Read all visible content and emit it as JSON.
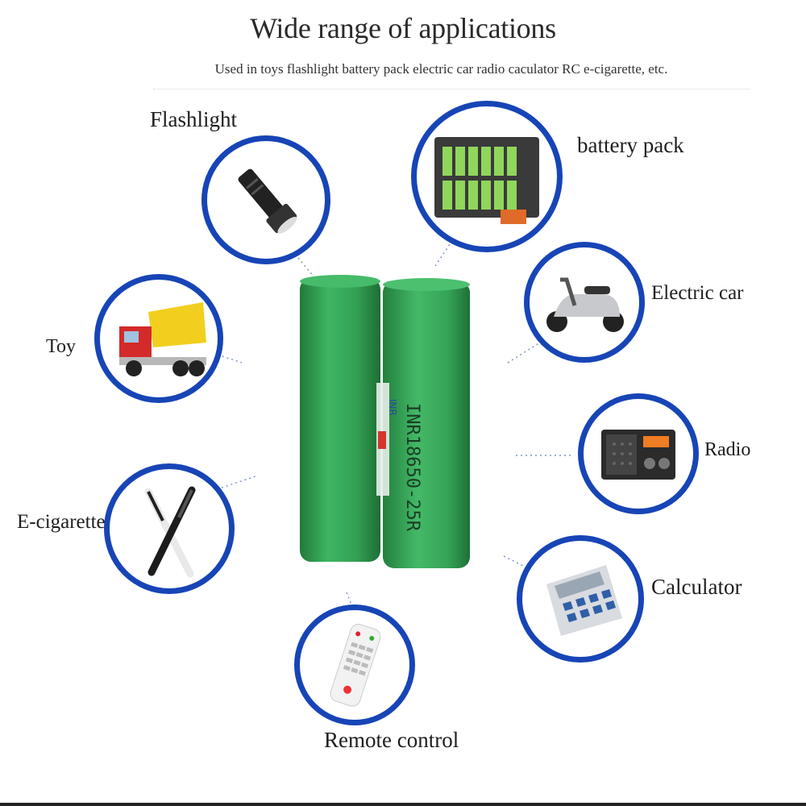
{
  "header": {
    "title": "Wide range of applications",
    "subtitle": "Used in toys flashlight battery pack electric car radio caculator RC e-cigarette, etc."
  },
  "applications": [
    {
      "key": "flashlight",
      "label": "Flashlight",
      "icon": "flashlight-icon"
    },
    {
      "key": "battery-pack",
      "label": "battery pack",
      "icon": "battery-pack-icon"
    },
    {
      "key": "toy",
      "label": "Toy",
      "icon": "toy-truck-icon"
    },
    {
      "key": "electric-car",
      "label": "Electric car",
      "icon": "scooter-icon"
    },
    {
      "key": "radio",
      "label": "Radio",
      "icon": "radio-icon"
    },
    {
      "key": "e-cigarette",
      "label": "E-cigarette",
      "icon": "e-cigarette-icon"
    },
    {
      "key": "calculator",
      "label": "Calculator",
      "icon": "calculator-icon"
    },
    {
      "key": "remote-control",
      "label": "Remote control",
      "icon": "remote-control-icon"
    }
  ],
  "battery": {
    "wrap_text": "INR18650-25R",
    "small_text": "INR",
    "colors": {
      "green": "#33a153",
      "green_dark": "#1f7a3a",
      "ring": "#1745b6"
    }
  }
}
